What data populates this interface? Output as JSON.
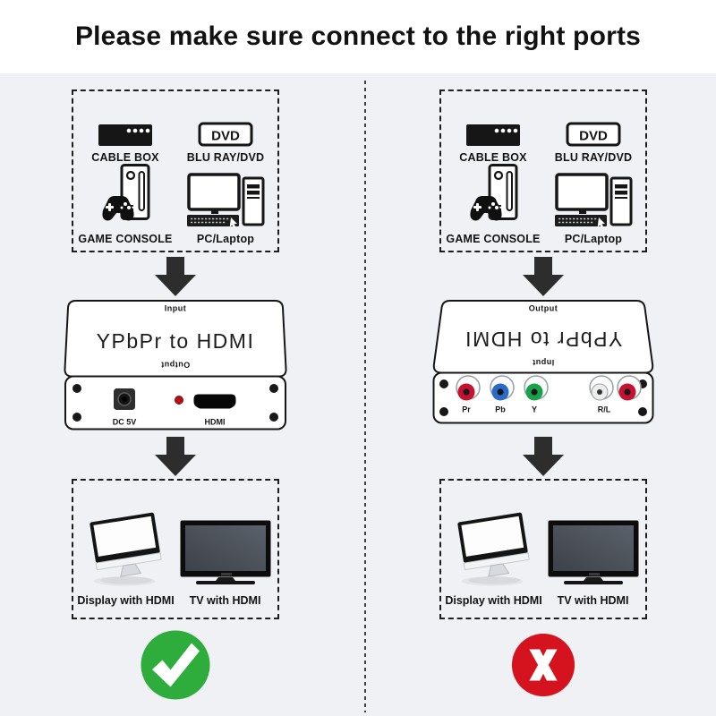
{
  "title": "Please make sure connect to the right ports",
  "colors": {
    "background": "#eff1f5",
    "accent_green": "#2ead3c",
    "accent_red": "#d5131f",
    "arrow": "#2d2d2d"
  },
  "sources": {
    "cable_box_label": "CABLE BOX",
    "dvd_logo": "DVD",
    "blu_ray_label": "BLU RAY/DVD",
    "game_console_label": "GAME CONSOLE",
    "pc_laptop_label": "PC/Laptop"
  },
  "converter": {
    "name": "YPbPr to HDMI",
    "input_label": "Input",
    "output_label": "Output",
    "dc_label": "DC 5V",
    "hdmi_label": "HDMI",
    "port_labels": {
      "pr": "Pr",
      "pb": "Pb",
      "y": "Y",
      "rl": "R/L"
    },
    "port_colors": {
      "pr": "#c41230",
      "pb": "#2a6bc8",
      "y": "#18a24a",
      "audio_l": "#ededed",
      "audio_r": "#c41230"
    }
  },
  "displays": {
    "monitor_label": "Display with HDMI",
    "tv_label": "TV with HDMI"
  },
  "icons": {
    "cable_box": "cable-box-icon",
    "dvd_player": "dvd-player-icon",
    "game_console": "game-console-icon",
    "pc": "pc-icon",
    "monitor": "imac-display-icon",
    "tv": "tv-icon",
    "arrow": "down-arrow-icon",
    "correct": "check-icon",
    "wrong": "x-icon"
  }
}
